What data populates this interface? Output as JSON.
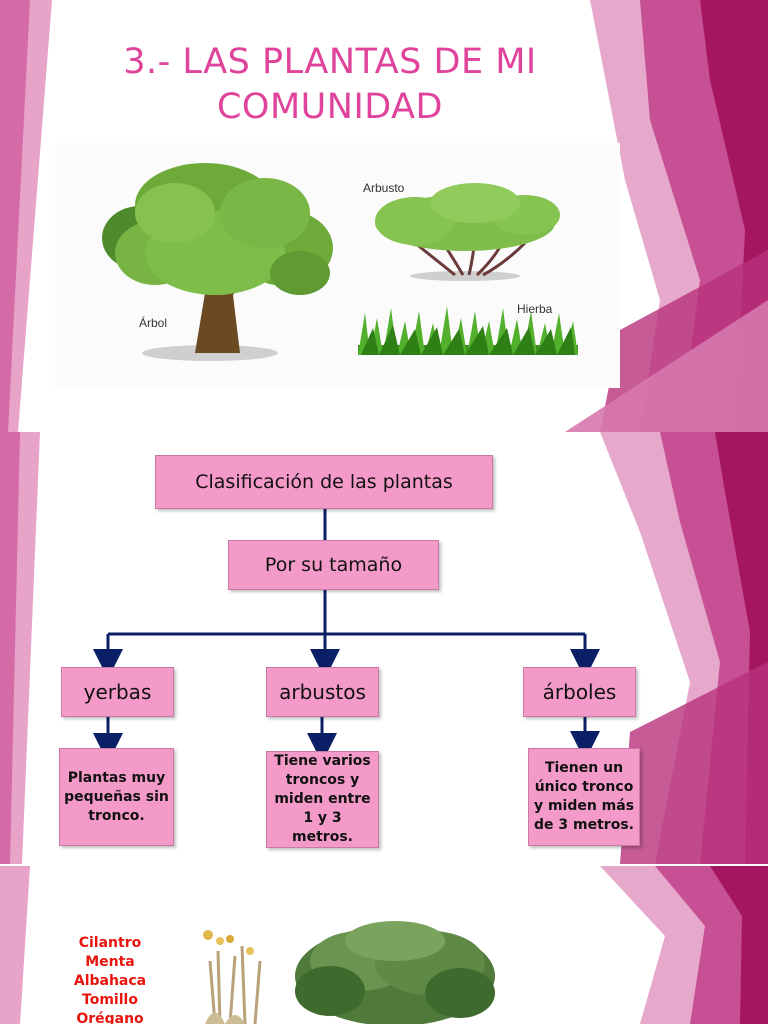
{
  "slide1": {
    "title_line1": "3.- LAS PLANTAS DE MI",
    "title_line2": "COMUNIDAD",
    "labels": {
      "arbol": "Árbol",
      "arbusto": "Arbusto",
      "hierba": "Hierba"
    }
  },
  "slide2": {
    "root": "Clasificación de las plantas",
    "criterion": "Por su tamaño",
    "categories": [
      {
        "name": "yerbas",
        "description": "Plantas muy pequeñas sin tronco."
      },
      {
        "name": "arbustos",
        "description": "Tiene varios troncos y miden entre 1 y 3 metros."
      },
      {
        "name": "árboles",
        "description": "Tienen un único tronco y miden más de 3 metros."
      }
    ]
  },
  "slide3": {
    "herbs": [
      "Cilantro",
      "Menta",
      "Albahaca",
      "Tomillo",
      "Orégano"
    ]
  },
  "colors": {
    "title": "#e0439b",
    "box_fill": "#f49ac9",
    "connector": "#0b1f66",
    "herb_text": "#e8150d",
    "deco_dark": "#a4165f",
    "deco_light": "#d678ad"
  }
}
